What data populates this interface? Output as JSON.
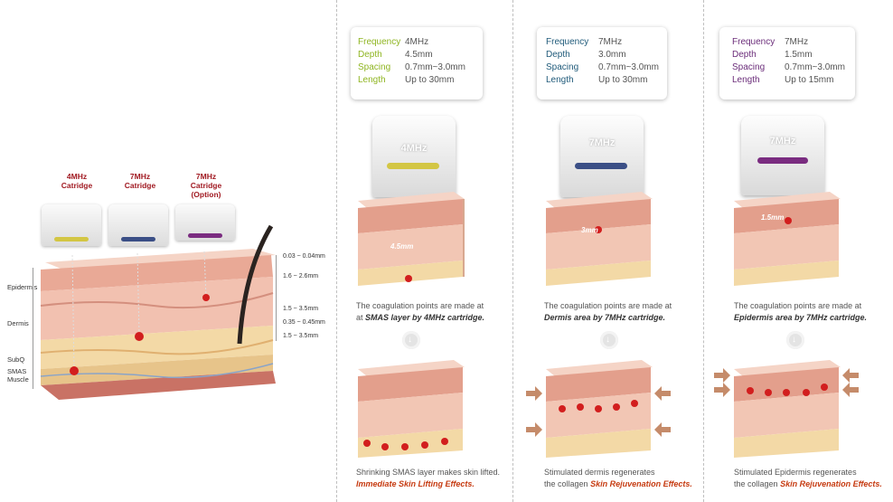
{
  "left": {
    "cartridges": [
      {
        "label": "4MHz\nCatridge"
      },
      {
        "label": "7MHz\nCatridge"
      },
      {
        "label": "7MHz\nCatridge\n(Option)"
      }
    ],
    "layers": [
      "Epidermis",
      "Dermis",
      "SubQ",
      "SMAS\nMuscle"
    ],
    "measurements": [
      "0.03 ~ 0.04mm",
      "1.6 ~ 2.6mm",
      "1.5 ~ 3.5mm",
      "0.35 ~ 0.45mm",
      "1.5 ~ 3.5mm"
    ]
  },
  "spec_keys": {
    "frequency": "Frequency",
    "depth": "Depth",
    "spacing": "Spacing",
    "length": "Length"
  },
  "panels": [
    {
      "color": "#8fb521",
      "frequency": "4MHz",
      "depth": "4.5mm",
      "spacing": "0.7mm~3.0mm",
      "length": "Up to 30mm",
      "cartridge_label": "4MHz",
      "depth_label": "4.5mm",
      "caption_line1": "The coagulation points are made at",
      "caption_prefix": "SMAS",
      "caption_em": "SMAS layer by 4MHz cartridge.",
      "result_line1": "Shrinking SMAS layer makes skin lifted.",
      "result_hl": "Immediate Skin Lifting Effects."
    },
    {
      "color": "#1f5a7a",
      "frequency": "7MHz",
      "depth": "3.0mm",
      "spacing": "0.7mm~3.0mm",
      "length": "Up to 30mm",
      "cartridge_label": "7MHz",
      "depth_label": "3mm",
      "caption_line1": "The coagulation points are made at",
      "caption_em": "Dermis area by 7MHz cartridge.",
      "result_line1": "Stimulated dermis regenerates",
      "result_line2": "the collagen",
      "result_hl": "Skin Rejuvenation Effects."
    },
    {
      "color": "#6b2d7a",
      "frequency": "7MHz",
      "depth": "1.5mm",
      "spacing": "0.7mm~3.0mm",
      "length": "Up to 15mm",
      "cartridge_label": "7MHz",
      "depth_label": "1.5mm",
      "caption_line1": "The coagulation points are made at",
      "caption_em": "Epidermis area by 7MHz cartridge.",
      "result_line1": "Stimulated Epidermis regenerates",
      "result_line2": "the collagen",
      "result_hl": "Skin Rejuvenation Effects."
    }
  ],
  "icons": [
    "cartridge-icon",
    "skin-cross-section",
    "down-arrow-icon",
    "pressure-arrow-icon",
    "coagulation-point"
  ]
}
